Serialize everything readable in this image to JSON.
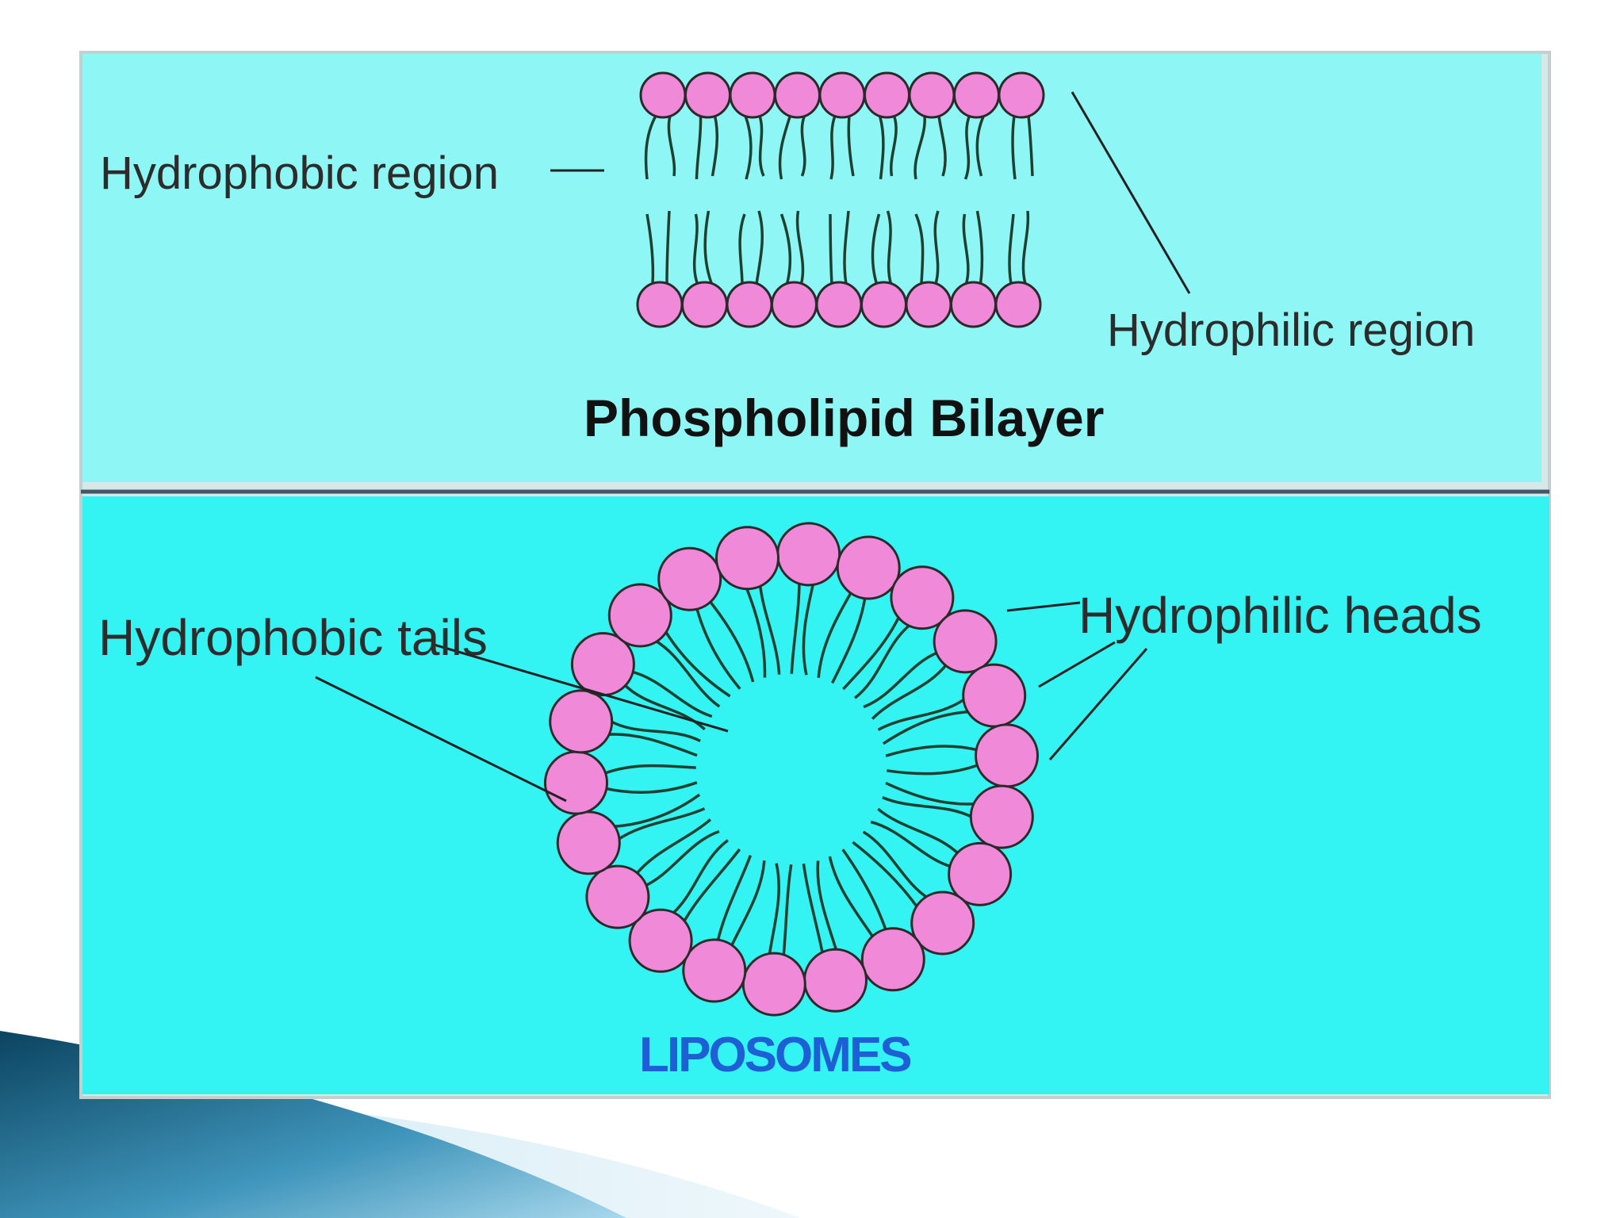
{
  "colors": {
    "panel_top": "#8ef7f5",
    "panel_bottom": "#33f3f3",
    "head_fill": "#f08ad8",
    "head_stroke": "#2a2a2a",
    "tail_stroke": "#1e4030",
    "label_text": "#2c2c2c",
    "title_text": "#111111",
    "liposomes_text": "#1f5fd6",
    "swoosh_dark": "#0b4460",
    "swoosh_light": "#6fc0e0"
  },
  "bilayer": {
    "label_hydrophobic": "Hydrophobic region",
    "label_hydrophilic": "Hydrophilic region",
    "title": "Phospholipid Bilayer"
  },
  "liposome": {
    "label_tails": "Hydrophobic tails",
    "label_heads": "Hydrophilic heads",
    "title": "LIPOSOMES"
  }
}
